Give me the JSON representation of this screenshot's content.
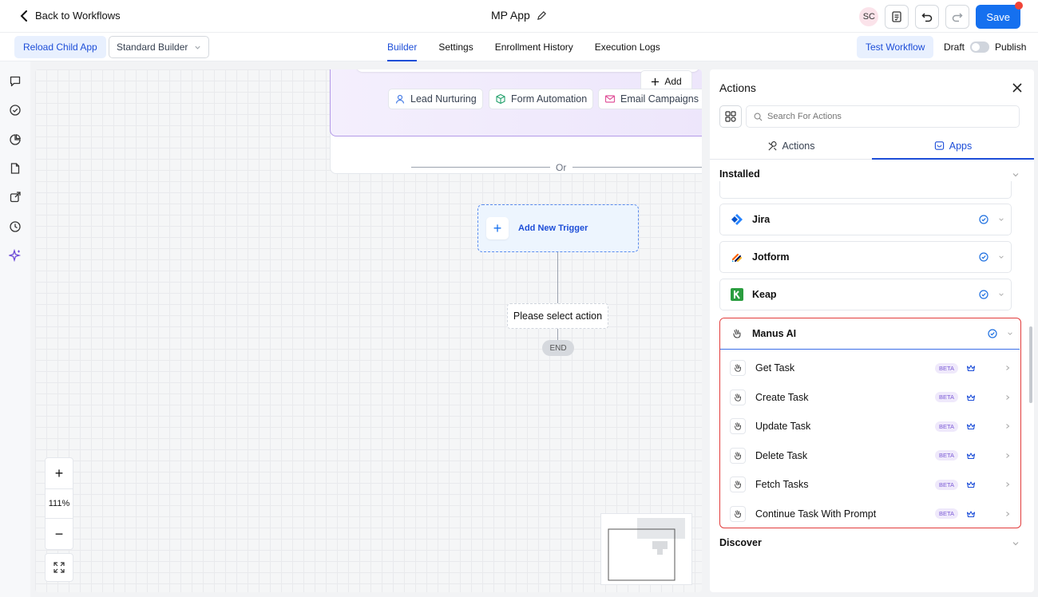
{
  "topbar": {
    "back_label": "Back to Workflows",
    "app_title": "MP App",
    "avatar_initials": "SC",
    "save_label": "Save"
  },
  "subbar": {
    "reload_label": "Reload Child App",
    "builder_select": "Standard Builder",
    "tabs": [
      {
        "label": "Builder",
        "active": true
      },
      {
        "label": "Settings",
        "active": false
      },
      {
        "label": "Enrollment History",
        "active": false
      },
      {
        "label": "Execution Logs",
        "active": false
      }
    ],
    "test_label": "Test Workflow",
    "draft_label": "Draft",
    "publish_label": "Publish"
  },
  "canvas": {
    "add_label": "Add",
    "chips": [
      "Lead Nurturing",
      "Form Automation",
      "Email Campaigns"
    ],
    "or_label": "Or",
    "trigger_label": "Add New Trigger",
    "select_action": "Please select action",
    "end_label": "END",
    "zoom_level": "111%"
  },
  "panel": {
    "title": "Actions",
    "search_placeholder": "Search For Actions",
    "tabs": [
      {
        "label": "Actions",
        "active": false
      },
      {
        "label": "Apps",
        "active": true
      }
    ],
    "installed_label": "Installed",
    "discover_label": "Discover",
    "apps": [
      "Jira",
      "Jotform",
      "Keap"
    ],
    "manus": {
      "name": "Manus AI",
      "badge": "BETA",
      "actions": [
        "Get Task",
        "Create Task",
        "Update Task",
        "Delete Task",
        "Fetch Tasks",
        "Continue Task With Prompt"
      ]
    }
  },
  "colors": {
    "accent": "#1570ef",
    "highlight_border": "#e23c3c",
    "trigger_bg": "#edf5fe"
  }
}
